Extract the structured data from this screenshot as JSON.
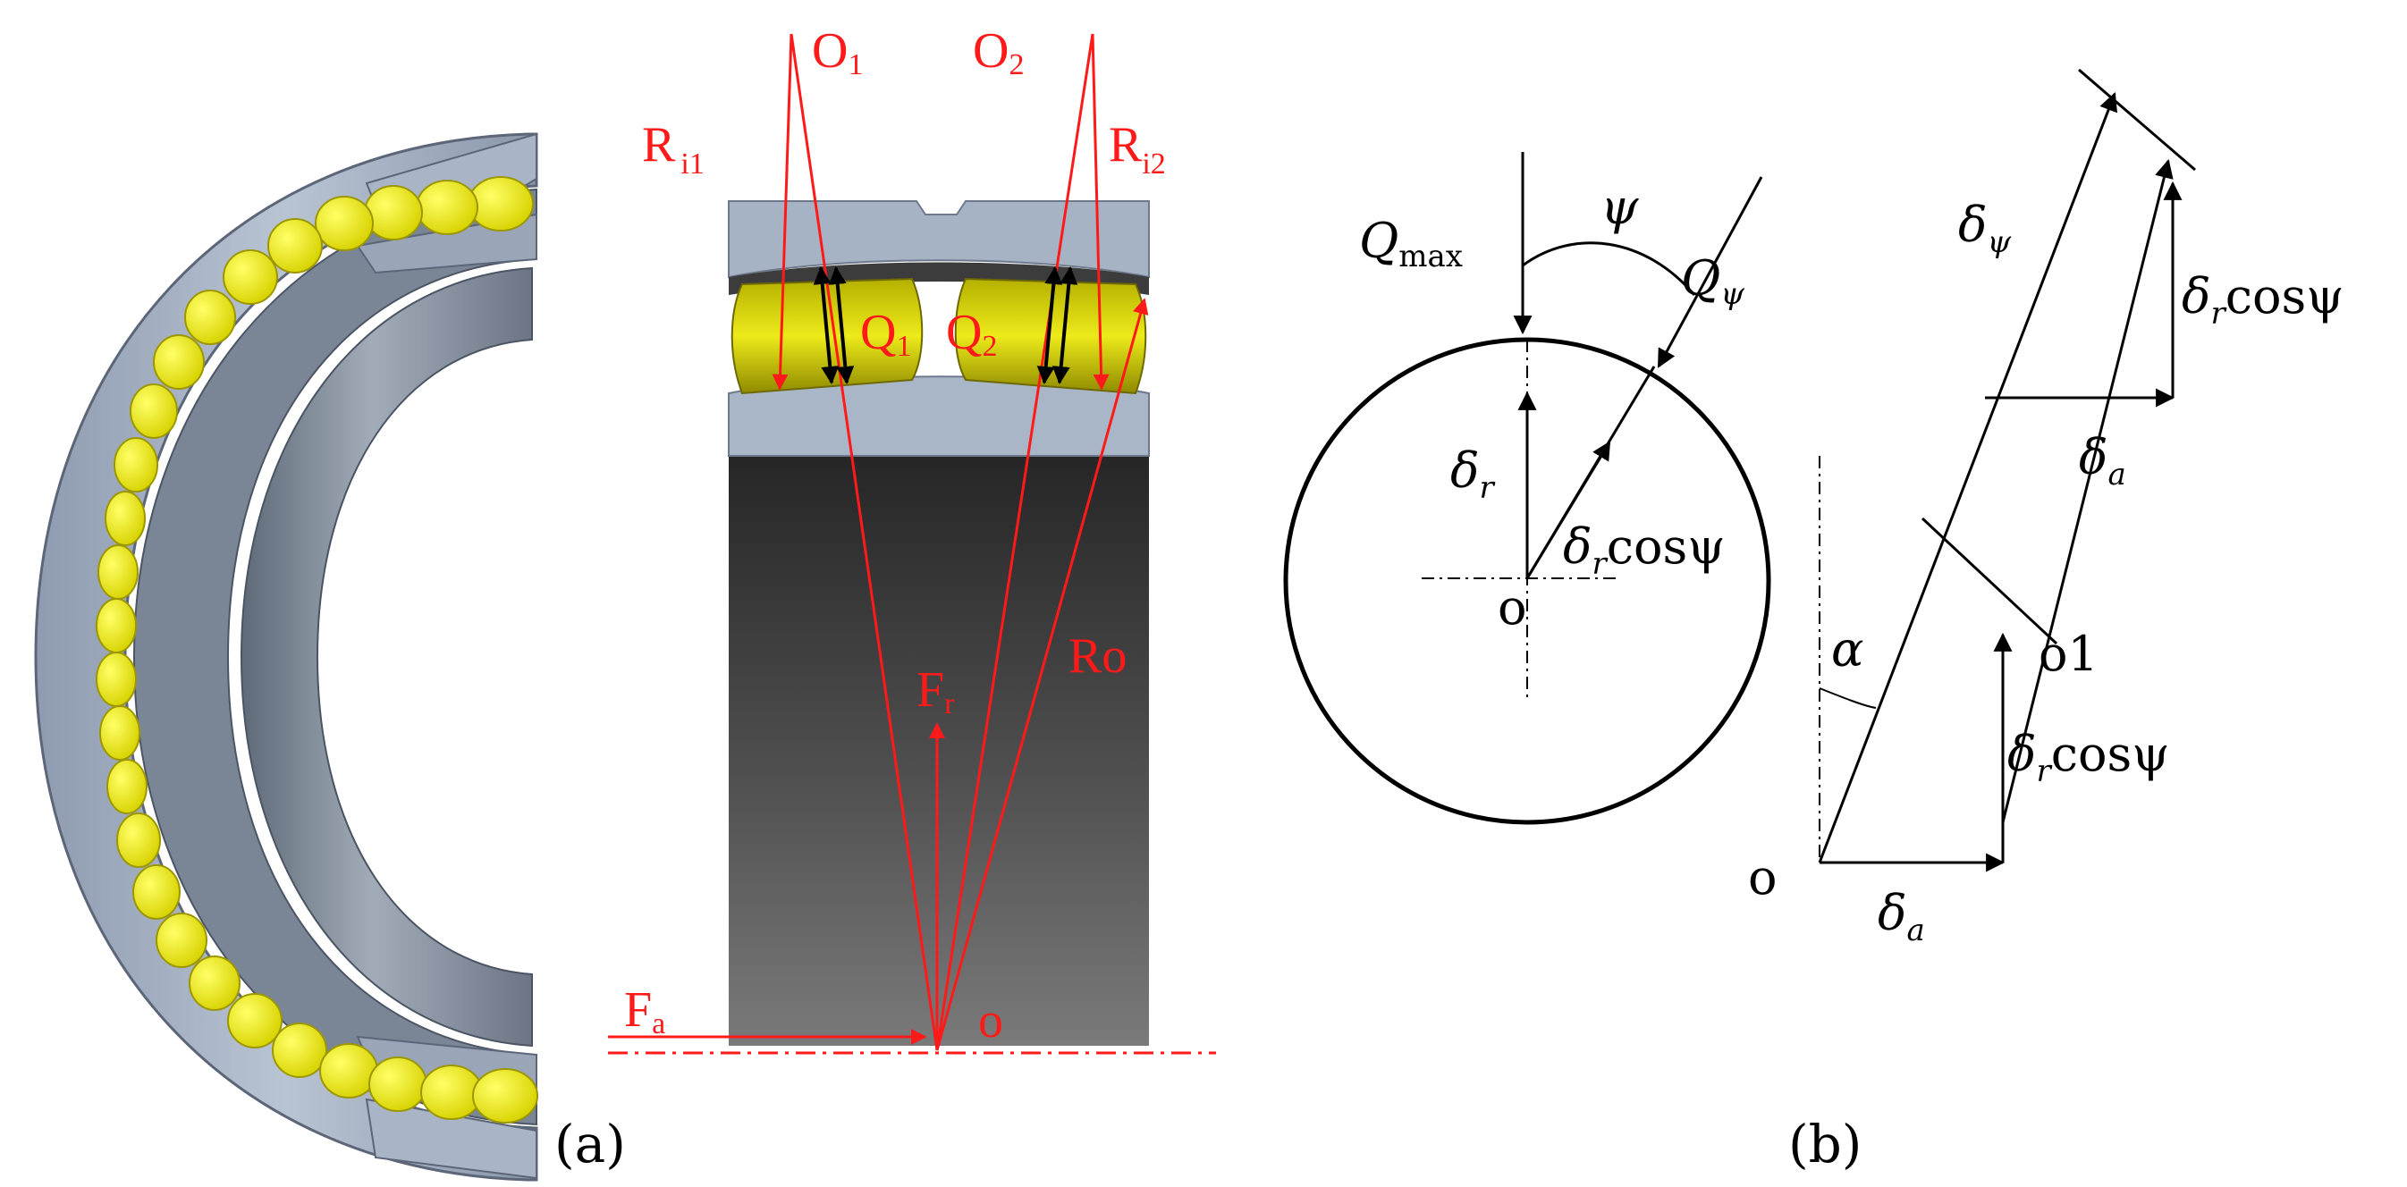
{
  "colors": {
    "force_red": "#ff1a1a",
    "ring_gray": "#a7b4c6",
    "roller_yellow": "#f2f200",
    "outline_black": "#000000"
  },
  "panel_a": {
    "caption": "(a)",
    "labels": {
      "o1_main": "O",
      "o1_sub": "1",
      "o2_main": "O",
      "o2_sub": "2",
      "ri1_main": "R",
      "ri1_sub": "i1",
      "ri2_main": "R",
      "ri2_sub": "i2",
      "q1_main": "Q",
      "q1_sub": "1",
      "q2_main": "Q",
      "q2_sub": "2",
      "fr_main": "F",
      "fr_sub": "r",
      "ro": "Ro",
      "fa_main": "F",
      "fa_sub": "a",
      "o": "o"
    }
  },
  "panel_b": {
    "caption": "(b)",
    "labels": {
      "qmax_main": "Q",
      "qmax_sub": "max",
      "psi": "ψ",
      "qpsi_main": "Q",
      "qpsi_sub": "ψ",
      "delta": "δ",
      "sub_r": "r",
      "sub_psi": "ψ",
      "sub_a": "a",
      "cos_psi": "cosψ",
      "o": "o",
      "o1": "o1",
      "alpha": "α"
    }
  }
}
